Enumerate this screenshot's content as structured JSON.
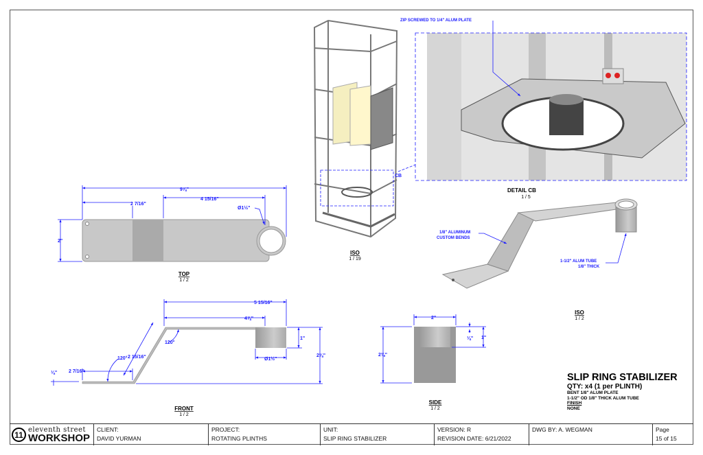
{
  "title_block": {
    "logo_top": "eleventh street",
    "logo_bottom": "WORKSHOP",
    "logo_mark": "11",
    "client_label": "CLIENT:",
    "client": "DAVID YURMAN",
    "project_label": "PROJECT:",
    "project": "ROTATING PLINTHS",
    "unit_label": "UNIT:",
    "unit": "SLIP RING STABILIZER",
    "version": "VERSION: R",
    "revision_date": "REVISION DATE: 6/21/2022",
    "drawn_by": "DWG BY: A. WEGMAN",
    "page_label": "Page",
    "page": "15 of 15"
  },
  "part": {
    "name": "SLIP RING STABILIZER",
    "qty": "QTY: x4 (1 per PLINTH)",
    "spec1": "BENT 1/8\" ALUM PLATE",
    "spec2": "1-1/2\" OD  1/8\" THICK ALUM TUBE",
    "finish_label": "FINISH",
    "finish": "NONE"
  },
  "views": {
    "top": {
      "label": "TOP",
      "scale": "1 / 2"
    },
    "front": {
      "label": "FRONT",
      "scale": "1 / 2"
    },
    "side": {
      "label": "SIDE",
      "scale": "1 / 2"
    },
    "iso_assembly": {
      "label": "ISO",
      "scale": "1 / 19"
    },
    "iso_part": {
      "label": "ISO",
      "scale": "1 / 2"
    },
    "detail": {
      "label": "DETAIL  CB",
      "scale": "1 / 5",
      "callout": "CB"
    }
  },
  "dimensions": {
    "top": {
      "overall": "9⅞\"",
      "bend": "2 7/16\"",
      "span": "4 15/16\"",
      "tube": "Ø1½\"",
      "width": "2\""
    },
    "front": {
      "top_overall": "5 15/16\"",
      "top_flat": "4⅞\"",
      "tube_height": "1\"",
      "tube_dia": "Ø1½\"",
      "height": "2⅜\"",
      "angle1": "120°",
      "angle2": "120°",
      "diag": "2 15/16\"",
      "bottom_flat": "2 7/16\"",
      "thickness": "⅛\""
    },
    "side": {
      "width": "2\"",
      "height": "2⅜\"",
      "thickness": "⅛\"",
      "tube_height": "1\""
    }
  },
  "notes": {
    "zip": "ZIP SCREWED TO 1/4\" ALUM PLATE",
    "plate1": "1/8\" ALUMINUM",
    "plate2": "CUSTOM BENDS",
    "tube1": "1-1/2\" ALUM TUBE",
    "tube2": "1/8\" THICK"
  },
  "colors": {
    "dimension": "#1a1aff",
    "part": "#c8c8c8"
  }
}
